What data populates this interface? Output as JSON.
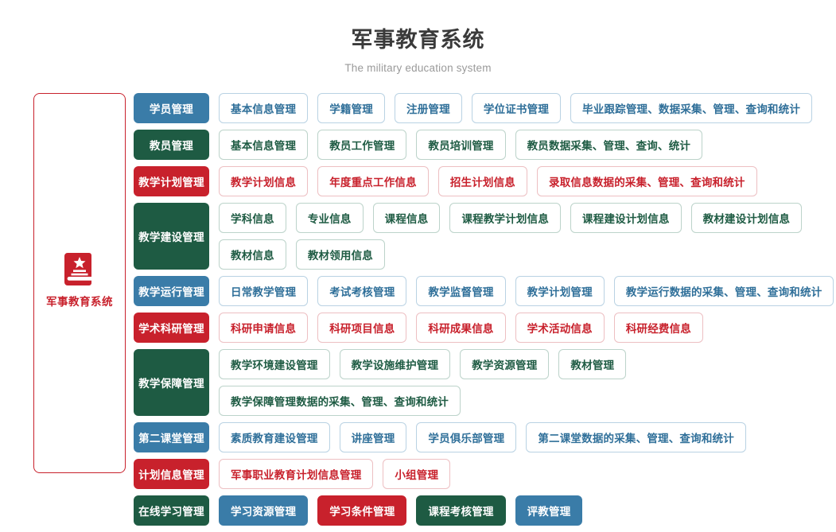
{
  "header": {
    "title": "军事教育系统",
    "subtitle": "The military education system"
  },
  "sidebar": {
    "icon": "book-star-icon",
    "label": "军事教育系统",
    "border_color": "#c8212c"
  },
  "colors": {
    "blue": "#3a7ca8",
    "green": "#1e5b43",
    "red": "#c8212c"
  },
  "rows": [
    {
      "label": "学员管理",
      "color": "blue",
      "item_style": "outline",
      "items": [
        "基本信息管理",
        "学籍管理",
        "注册管理",
        "学位证书管理",
        "毕业跟踪管理、数据采集、管理、查询和统计"
      ]
    },
    {
      "label": "教员管理",
      "color": "green",
      "item_style": "outline",
      "items": [
        "基本信息管理",
        "教员工作管理",
        "教员培训管理",
        "教员数据采集、管理、查询、统计"
      ]
    },
    {
      "label": "教学计划管理",
      "color": "red",
      "item_style": "outline",
      "items": [
        "教学计划信息",
        "年度重点工作信息",
        "招生计划信息",
        "录取信息数据的采集、管理、查询和统计"
      ]
    },
    {
      "label": "教学建设管理",
      "color": "green",
      "item_style": "outline",
      "items": [
        "学科信息",
        "专业信息",
        "课程信息",
        "课程教学计划信息",
        "课程建设计划信息",
        "教材建设计划信息",
        "教材信息",
        "教材领用信息"
      ]
    },
    {
      "label": "教学运行管理",
      "color": "blue",
      "item_style": "outline",
      "items": [
        "日常教学管理",
        "考试考核管理",
        "教学监督管理",
        "教学计划管理",
        "教学运行数据的采集、管理、查询和统计"
      ]
    },
    {
      "label": "学术科研管理",
      "color": "red",
      "item_style": "outline",
      "items": [
        "科研申请信息",
        "科研项目信息",
        "科研成果信息",
        "学术活动信息",
        "科研经费信息"
      ]
    },
    {
      "label": "教学保障管理",
      "color": "green",
      "item_style": "outline",
      "items": [
        "教学环境建设管理",
        "教学设施维护管理",
        "教学资源管理",
        "教材管理",
        "教学保障管理数据的采集、管理、查询和统计"
      ]
    },
    {
      "label": "第二课堂管理",
      "color": "blue",
      "item_style": "outline",
      "items": [
        "素质教育建设管理",
        "讲座管理",
        "学员俱乐部管理",
        "第二课堂数据的采集、管理、查询和统计"
      ]
    },
    {
      "label": "计划信息管理",
      "color": "red",
      "item_style": "outline",
      "items": [
        "军事职业教育计划信息管理",
        "小组管理"
      ]
    },
    {
      "label": "在线学习管理",
      "color": "green",
      "item_style": "solid",
      "item_colors": [
        "blue",
        "red",
        "green",
        "blue"
      ],
      "items": [
        "学习资源管理",
        "学习条件管理",
        "课程考核管理",
        "评教管理"
      ]
    }
  ]
}
